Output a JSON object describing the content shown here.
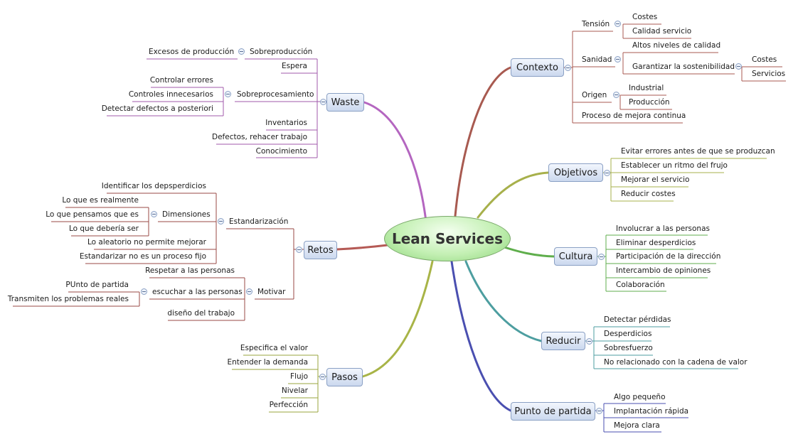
{
  "central": {
    "label": "Lean Services"
  },
  "colors": {
    "waste": "#b466c0",
    "retos": "#b55a55",
    "pasos": "#a8b447",
    "contexto": "#a85a50",
    "objetivos": "#a7b04b",
    "cultura": "#5fae4c",
    "reducir": "#4d9ea0",
    "punto": "#4a4fb0"
  },
  "topics": {
    "waste": "Waste",
    "retos": "Retos",
    "pasos": "Pasos",
    "contexto": "Contexto",
    "objetivos": "Objetivos",
    "cultura": "Cultura",
    "reducir": "Reducir",
    "punto": "Punto de partida"
  },
  "waste": {
    "sobreproduccion": "Sobreproducción",
    "excesos": "Excesos de producción",
    "espera": "Espera",
    "sobreprocesamiento": "Sobreprocesamiento",
    "controlar": "Controlar errores",
    "controles": "Controles innecesarios",
    "detectar": "Detectar defectos a posteriori",
    "inventarios": "Inventarios",
    "defectos": "Defectos, rehacer trabajo",
    "conocimiento": "Conocimiento"
  },
  "retos": {
    "estandarizacion": "Estandarización",
    "identificar": "Identificar los depsperdicios",
    "dimensiones": "Dimensiones",
    "realmente": "Lo que es realmente",
    "pensamos": "Lo que pensamos que es",
    "deberia": "Lo que debería ser",
    "aleatorio": "Lo aleatorio no permite mejorar",
    "fijo": "Estandarizar no es un proceso fijo",
    "motivar": "Motivar",
    "respetar": "Respetar a las personas",
    "escuchar": "escuchar a las personas",
    "punto_partida": "PUnto de partida",
    "transmiten": "Transmiten los problemas reales",
    "diseno": "diseño del trabajo"
  },
  "pasos": {
    "especifica": "Especifica el valor",
    "entender": "Entender la demanda",
    "flujo": "Flujo",
    "nivelar": "Nivelar",
    "perfeccion": "Perfección"
  },
  "contexto": {
    "tension": "Tensión",
    "costes": "Costes",
    "calidad": "Calidad servicio",
    "sanidad": "Sanidad",
    "altos": "Altos niveles de calidad",
    "garantizar": "Garantizar la sostenibilidad",
    "costes2": "Costes",
    "servicios": "Servicios",
    "origen": "Origen",
    "industrial": "Industrial",
    "produccion": "Producción",
    "proceso": "Proceso de mejora continua"
  },
  "objetivos": {
    "evitar": "Evitar errores antes de que se produzcan",
    "establecer": "Establecer un ritmo del frujo",
    "mejorar": "Mejorar el servicio",
    "reducir": "Reducir costes"
  },
  "cultura": {
    "involucrar": "Involucrar a las personas",
    "eliminar": "Eliminar desperdicios",
    "participacion": "Participación de la dirección",
    "intercambio": "Intercambio de opiniones",
    "colaboracion": "Colaboración"
  },
  "reducir": {
    "perdidas": "Detectar pérdidas",
    "desperdicios": "Desperdicios",
    "sobresfuerzo": "Sobresfuerzo",
    "no_relacionado": "No relacionado con la cadena de valor"
  },
  "punto": {
    "algo": "Algo pequeño",
    "implantacion": "Implantación rápida",
    "mejora": "Mejora clara"
  }
}
